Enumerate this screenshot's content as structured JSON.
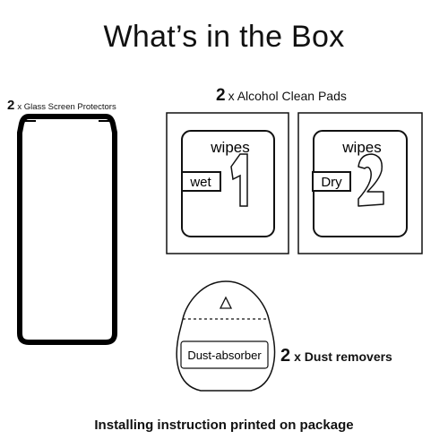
{
  "title": "What’s in the Box",
  "protectors": {
    "qty": "2",
    "label": "x Glass Screen Protectors"
  },
  "pads": {
    "qty": "2",
    "label": "x Alcohol Clean Pads",
    "items": [
      {
        "top_text": "wipes",
        "tag": "wet",
        "number": "1"
      },
      {
        "top_text": "wipes",
        "tag": "Dry",
        "number": "2"
      }
    ]
  },
  "dust": {
    "qty": "2",
    "label": "x Dust removers",
    "sticker_text": "Dust-absorber"
  },
  "footer": "Installing instruction printed on package"
}
